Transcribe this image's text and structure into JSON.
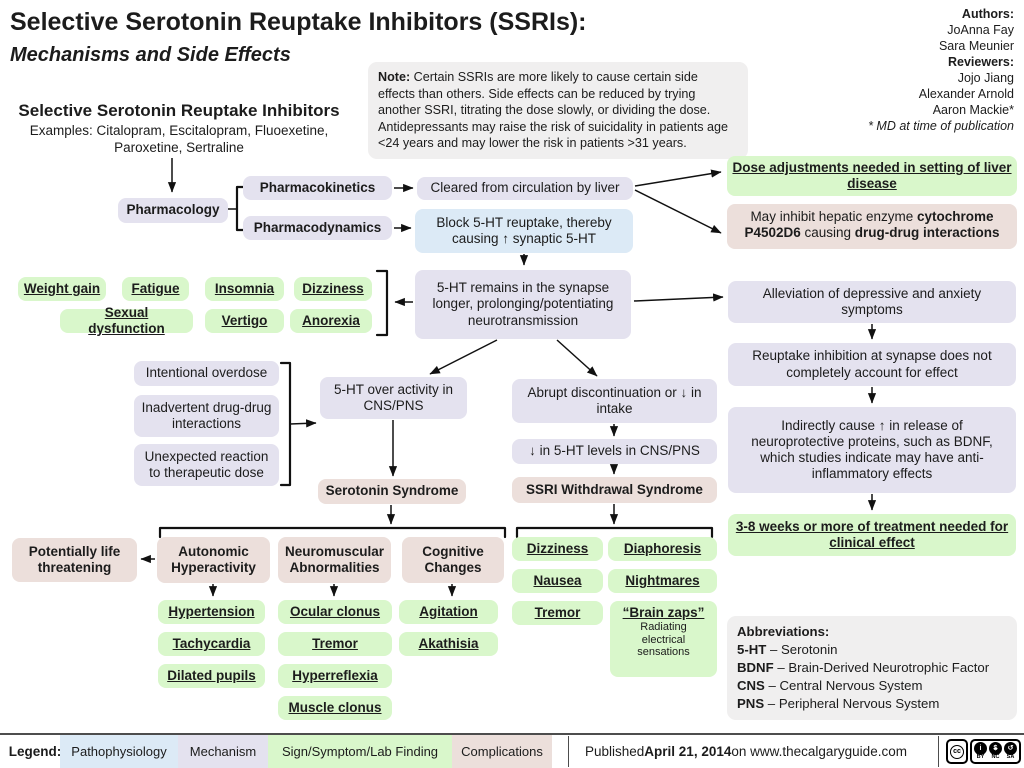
{
  "header": {
    "title": "Selective Serotonin Reuptake Inhibitors (SSRIs):",
    "subtitle": "Mechanisms and Side Effects",
    "authors_label": "Authors:",
    "authors": [
      "JoAnna Fay",
      "Sara Meunier"
    ],
    "reviewers_label": "Reviewers:",
    "reviewers": [
      "Jojo Jiang",
      "Alexander Arnold",
      "Aaron Mackie*"
    ],
    "md_note": "* MD at time of publication"
  },
  "note": {
    "label": "Note:",
    "text": " Certain SSRIs are more likely to cause certain side effects than others. Side effects can be reduced by trying another SSRI, titrating the dose slowly, or dividing the dose. Antidepressants may raise the risk of suicidality in patients age <24 years and may lower the risk in patients >31 years."
  },
  "intro": {
    "heading": "Selective Serotonin Reuptake Inhibitors",
    "examples_line1": "Examples: Citalopram, Escitalopram, Fluoexetine,",
    "examples_line2": "Paroxetine, Sertraline"
  },
  "nodes": {
    "pharmacology": "Pharmacology",
    "pharmacokinetics": "Pharmacokinetics",
    "pharmacodynamics": "Pharmacodynamics",
    "cleared": "Cleared from circulation by liver",
    "block_reuptake": "Block 5-HT reuptake, thereby causing ↑ synaptic 5-HT",
    "dose_adjust": "Dose adjustments needed in setting of liver disease",
    "inhibit": {
      "t1": "May inhibit hepatic enzyme ",
      "b1": "cytochrome P4502D6",
      "t2": " causing ",
      "b2": "drug-drug interactions"
    },
    "synapse": "5-HT remains in the synapse longer, prolonging/potentiating neurotransmission",
    "weight_gain": "Weight gain",
    "fatigue": "Fatigue",
    "insomnia": "Insomnia",
    "dizziness": "Dizziness",
    "sexual_dysfunction": "Sexual dysfunction",
    "vertigo": "Vertigo",
    "anorexia": "Anorexia",
    "intentional": "Intentional overdose",
    "inadvertent": "Inadvertent drug-drug interactions",
    "unexpected": "Unexpected reaction to therapeutic dose",
    "overactivity": "5-HT over activity in CNS/PNS",
    "serotonin_syndrome": "Serotonin Syndrome",
    "abrupt": "Abrupt discontinuation or ↓ in intake",
    "levels_drop": "↓ in 5-HT levels in CNS/PNS",
    "withdrawal": "SSRI Withdrawal Syndrome",
    "alleviation": "Alleviation of depressive and anxiety symptoms",
    "reuptake_account": "Reuptake inhibition at synapse does not completely account for effect",
    "neuroprotective": "Indirectly cause ↑ in release of neuroprotective proteins, such as BDNF, which studies indicate may have anti-inflammatory effects",
    "weeks": "3-8 weeks or more of treatment needed for clinical effect",
    "life_threatening": "Potentially life threatening",
    "autonomic": "Autonomic Hyperactivity",
    "neuromuscular": "Neuromuscular Abnormalities",
    "cognitive": "Cognitive Changes",
    "hypertension": "Hypertension",
    "tachycardia": "Tachycardia",
    "dilated_pupils": "Dilated pupils",
    "ocular_clonus": "Ocular clonus",
    "tremor": "Tremor",
    "hyperreflexia": "Hyperreflexia",
    "muscle_clonus": "Muscle clonus",
    "agitation": "Agitation",
    "akathisia": "Akathisia",
    "w_dizziness": "Dizziness",
    "w_nausea": "Nausea",
    "w_tremor": "Tremor",
    "diaphoresis": "Diaphoresis",
    "nightmares": "Nightmares",
    "brain_zaps": "“Brain zaps”",
    "brain_zaps_sub": "Radiating electrical sensations"
  },
  "abbreviations": {
    "label": "Abbreviations:",
    "sep": "–",
    "items": [
      {
        "abbr": "5-HT",
        "full": "Serotonin"
      },
      {
        "abbr": "BDNF",
        "full": "Brain-Derived Neurotrophic Factor"
      },
      {
        "abbr": "CNS",
        "full": "Central Nervous System"
      },
      {
        "abbr": "PNS",
        "full": "Peripheral Nervous System"
      }
    ]
  },
  "legend": {
    "label": "Legend:",
    "items": [
      {
        "label": "Pathophysiology",
        "color": "#dceaf6"
      },
      {
        "label": "Mechanism",
        "color": "#e4e2ef"
      },
      {
        "label": "Sign/Symptom/Lab Finding",
        "color": "#d9f7cb"
      },
      {
        "label": "Complications",
        "color": "#ecdfdb"
      }
    ]
  },
  "footer": {
    "published_prefix": "Published ",
    "published_date": "April 21, 2014",
    "published_suffix": " on www.thecalgaryguide.com",
    "cc_label": "cc",
    "cc_items": [
      "BY",
      "NC",
      "SA"
    ]
  },
  "colors": {
    "pathophysiology": "#dceaf6",
    "mechanism": "#e4e2ef",
    "sign_symptom": "#d9f7cb",
    "complications": "#ecdfdb",
    "note_background": "#f0efef"
  }
}
